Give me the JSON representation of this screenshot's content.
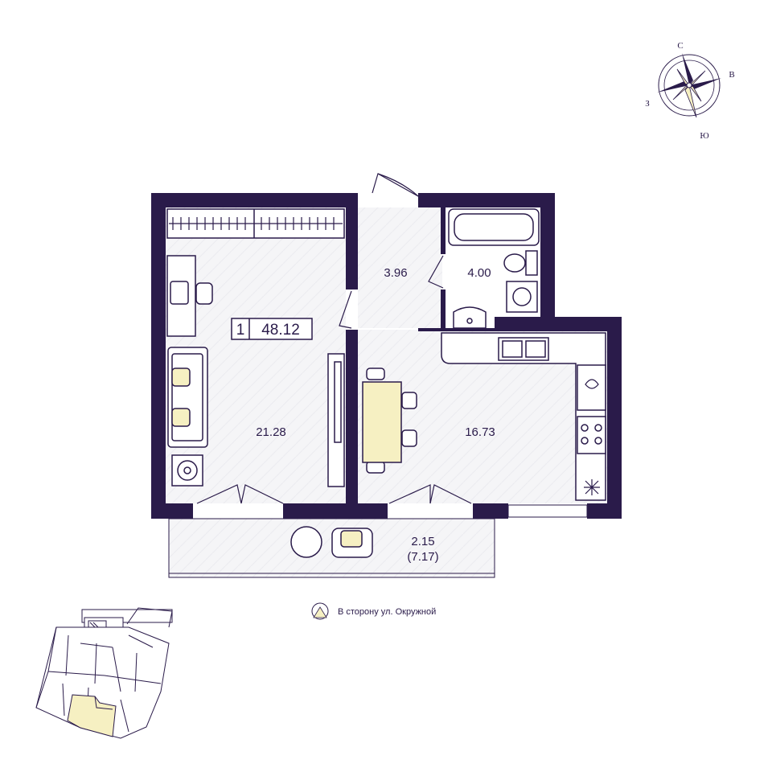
{
  "plan": {
    "rooms_count": "1",
    "total_area": "48.12",
    "rooms": [
      {
        "name": "living",
        "area": "21.28"
      },
      {
        "name": "hall",
        "area": "3.96"
      },
      {
        "name": "bathroom",
        "area": "4.00"
      },
      {
        "name": "kitchen",
        "area": "16.73"
      },
      {
        "name": "balcony",
        "area": "2.15",
        "area_full": "(7.17)"
      }
    ]
  },
  "compass": {
    "north": "С",
    "east": "В",
    "south": "Ю",
    "west": "З"
  },
  "direction_note": "В сторону ул. Окружной",
  "colors": {
    "wall": "#2a1b4a",
    "accent": "#f6f0c2",
    "floor": "#f4f4f6"
  }
}
